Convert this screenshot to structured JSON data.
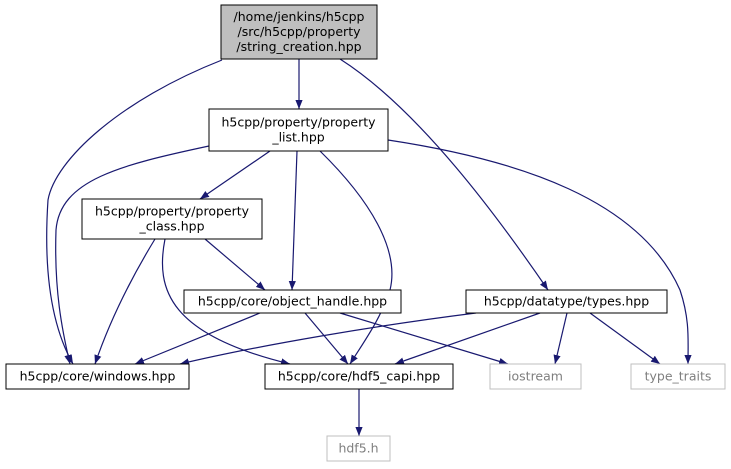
{
  "nodes": {
    "root": {
      "lines": [
        "/home/jenkins/h5cpp",
        "/src/h5cpp/property",
        "/string_creation.hpp"
      ],
      "fill": "#bfbfbf",
      "border": "#000000",
      "text_color": "#000000"
    },
    "plist": {
      "lines": [
        "h5cpp/property/property",
        "_list.hpp"
      ],
      "fill": "#ffffff",
      "border": "#000000",
      "text_color": "#000000"
    },
    "pclass": {
      "lines": [
        "h5cpp/property/property",
        "_class.hpp"
      ],
      "fill": "#ffffff",
      "border": "#000000",
      "text_color": "#000000"
    },
    "objh": {
      "lines": [
        "h5cpp/core/object_handle.hpp"
      ],
      "fill": "#ffffff",
      "border": "#000000",
      "text_color": "#000000"
    },
    "types": {
      "lines": [
        "h5cpp/datatype/types.hpp"
      ],
      "fill": "#ffffff",
      "border": "#000000",
      "text_color": "#000000"
    },
    "windows": {
      "lines": [
        "h5cpp/core/windows.hpp"
      ],
      "fill": "#ffffff",
      "border": "#000000",
      "text_color": "#000000"
    },
    "capi": {
      "lines": [
        "h5cpp/core/hdf5_capi.hpp"
      ],
      "fill": "#ffffff",
      "border": "#000000",
      "text_color": "#000000"
    },
    "iostream": {
      "lines": [
        "iostream"
      ],
      "fill": "#ffffff",
      "border": "#bfbfbf",
      "text_color": "#7f7f7f"
    },
    "type_traits": {
      "lines": [
        "type_traits"
      ],
      "fill": "#ffffff",
      "border": "#bfbfbf",
      "text_color": "#7f7f7f"
    },
    "hdf5": {
      "lines": [
        "hdf5.h"
      ],
      "fill": "#ffffff",
      "border": "#bfbfbf",
      "text_color": "#7f7f7f"
    }
  },
  "edges": [
    {
      "from": "root",
      "to": "windows"
    },
    {
      "from": "root",
      "to": "plist"
    },
    {
      "from": "root",
      "to": "types"
    },
    {
      "from": "plist",
      "to": "windows"
    },
    {
      "from": "plist",
      "to": "pclass"
    },
    {
      "from": "plist",
      "to": "objh"
    },
    {
      "from": "plist",
      "to": "capi"
    },
    {
      "from": "plist",
      "to": "type_traits"
    },
    {
      "from": "pclass",
      "to": "windows"
    },
    {
      "from": "pclass",
      "to": "objh"
    },
    {
      "from": "pclass",
      "to": "capi"
    },
    {
      "from": "objh",
      "to": "windows"
    },
    {
      "from": "objh",
      "to": "capi"
    },
    {
      "from": "objh",
      "to": "iostream"
    },
    {
      "from": "types",
      "to": "windows"
    },
    {
      "from": "types",
      "to": "capi"
    },
    {
      "from": "types",
      "to": "iostream"
    },
    {
      "from": "types",
      "to": "type_traits"
    },
    {
      "from": "capi",
      "to": "hdf5"
    }
  ],
  "edge_color": "#191970"
}
